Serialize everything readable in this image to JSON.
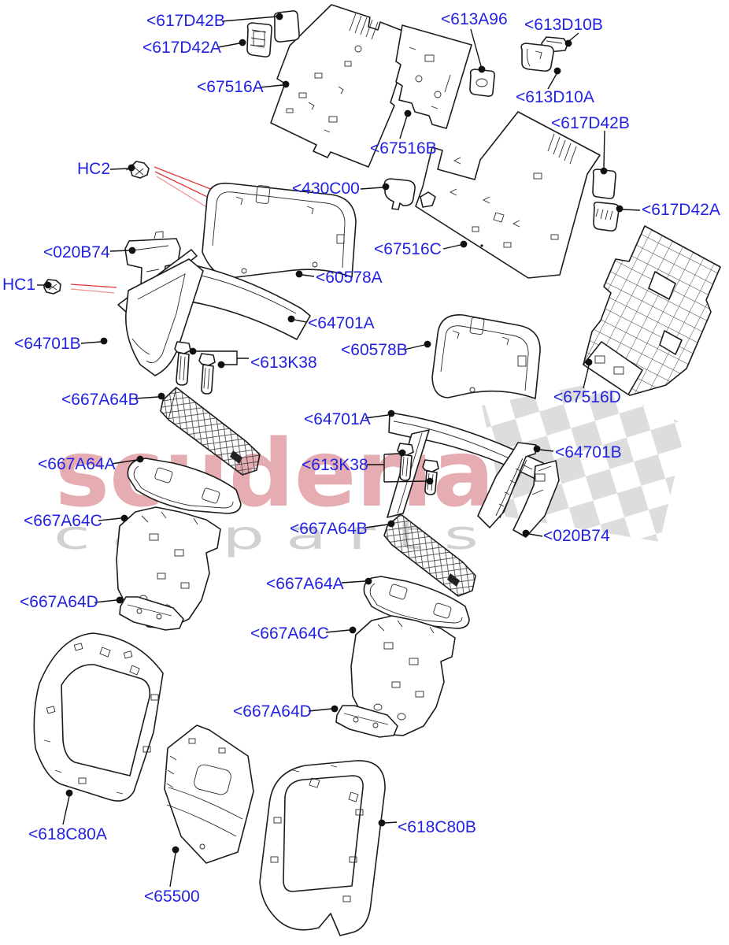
{
  "watermark": {
    "brand": "scuderia",
    "tagline": "c a r p a r t s",
    "brand_color": "#c23b49",
    "tagline_color": "#c9c9c9",
    "flag_color": "#d4d4d4"
  },
  "colors": {
    "label_blue": "#2222e2",
    "line_black": "#1c1c1c",
    "leader_red": "#e03636"
  },
  "labels": [
    {
      "id": "617d42b-top",
      "text": "<617D42B"
    },
    {
      "id": "617d42a-top",
      "text": "<617D42A"
    },
    {
      "id": "67516a",
      "text": "<67516A"
    },
    {
      "id": "613a96",
      "text": "<613A96"
    },
    {
      "id": "613d10b",
      "text": "<613D10B"
    },
    {
      "id": "613d10a",
      "text": "<613D10A"
    },
    {
      "id": "617d42b-right",
      "text": "<617D42B"
    },
    {
      "id": "67516b",
      "text": "<67516B"
    },
    {
      "id": "hc2",
      "text": "HC2"
    },
    {
      "id": "430c00",
      "text": "<430C00"
    },
    {
      "id": "67516c",
      "text": "<67516C"
    },
    {
      "id": "617d42a-right",
      "text": "<617D42A"
    },
    {
      "id": "020b74-left",
      "text": "<020B74"
    },
    {
      "id": "hc1",
      "text": "HC1"
    },
    {
      "id": "60578a",
      "text": "<60578A"
    },
    {
      "id": "64701a-left",
      "text": "<64701A"
    },
    {
      "id": "64701b-left",
      "text": "<64701B"
    },
    {
      "id": "613k38-left",
      "text": "<613K38"
    },
    {
      "id": "60578b",
      "text": "<60578B"
    },
    {
      "id": "67516d",
      "text": "<67516D"
    },
    {
      "id": "64701a-mid",
      "text": "<64701A"
    },
    {
      "id": "64701b-right",
      "text": "<64701B"
    },
    {
      "id": "667a64b-left",
      "text": "<667A64B"
    },
    {
      "id": "667a64a-left",
      "text": "<667A64A"
    },
    {
      "id": "667a64c-left",
      "text": "<667A64C"
    },
    {
      "id": "613k38-mid",
      "text": "<613K38"
    },
    {
      "id": "020b74-right",
      "text": "<020B74"
    },
    {
      "id": "667a64b-mid",
      "text": "<667A64B"
    },
    {
      "id": "667a64a-mid",
      "text": "<667A64A"
    },
    {
      "id": "667a64c-mid",
      "text": "<667A64C"
    },
    {
      "id": "667a64d-left",
      "text": "<667A64D"
    },
    {
      "id": "667a64d-mid",
      "text": "<667A64D"
    },
    {
      "id": "618c80a",
      "text": "<618C80A"
    },
    {
      "id": "65500",
      "text": "<65500"
    },
    {
      "id": "618c80b",
      "text": "<618C80B"
    }
  ]
}
